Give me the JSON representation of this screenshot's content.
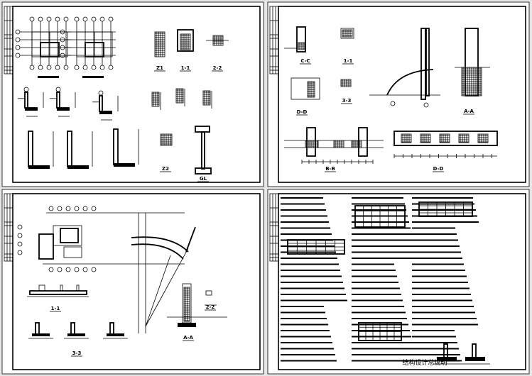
{
  "sheets": [
    {
      "name": "foundation-details",
      "labels": [
        "Z1",
        "1-1",
        "2-2",
        "Z2",
        "GL"
      ]
    },
    {
      "name": "section-details",
      "labels": [
        "C-C",
        "1-1",
        "D-D",
        "3-3",
        "A-A",
        "B-B",
        "D-D"
      ]
    },
    {
      "name": "plan-and-sections",
      "labels": [
        "1-1",
        "A-A",
        "2-2",
        "3-3"
      ]
    },
    {
      "name": "general-notes",
      "labels": []
    }
  ],
  "notes_title": "结构设计总说明"
}
